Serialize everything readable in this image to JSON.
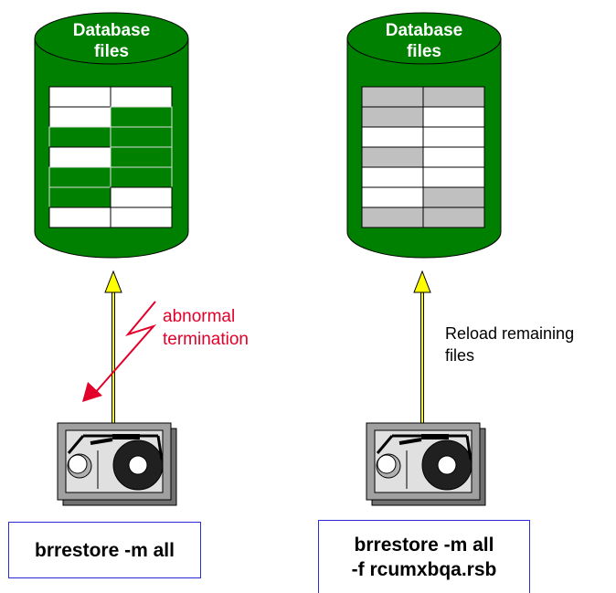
{
  "left": {
    "title_line1": "Database",
    "title_line2": "files",
    "label_line1": "abnormal",
    "label_line2": "termination",
    "command": "brrestore -m all",
    "cells": [
      [
        "white",
        "white"
      ],
      [
        "white",
        "green"
      ],
      [
        "green",
        "green"
      ],
      [
        "white",
        "green"
      ],
      [
        "green",
        "green"
      ],
      [
        "green",
        "white"
      ],
      [
        "white",
        "white"
      ]
    ]
  },
  "right": {
    "title_line1": "Database",
    "title_line2": "files",
    "label_line1": "Reload remaining",
    "label_line2": "files",
    "command_line1": "brrestore -m all",
    "command_line2": "-f rcumxbqa.rsb",
    "cells": [
      [
        "gray",
        "gray"
      ],
      [
        "gray",
        "white"
      ],
      [
        "white",
        "white"
      ],
      [
        "gray",
        "white"
      ],
      [
        "white",
        "white"
      ],
      [
        "white",
        "gray"
      ],
      [
        "gray",
        "gray"
      ]
    ]
  },
  "colors": {
    "green": "#008000",
    "gray": "#c0c0c0",
    "arrow_yellow": "#ffff00",
    "red": "#e2002a",
    "box_border": "#2a2ad6"
  }
}
